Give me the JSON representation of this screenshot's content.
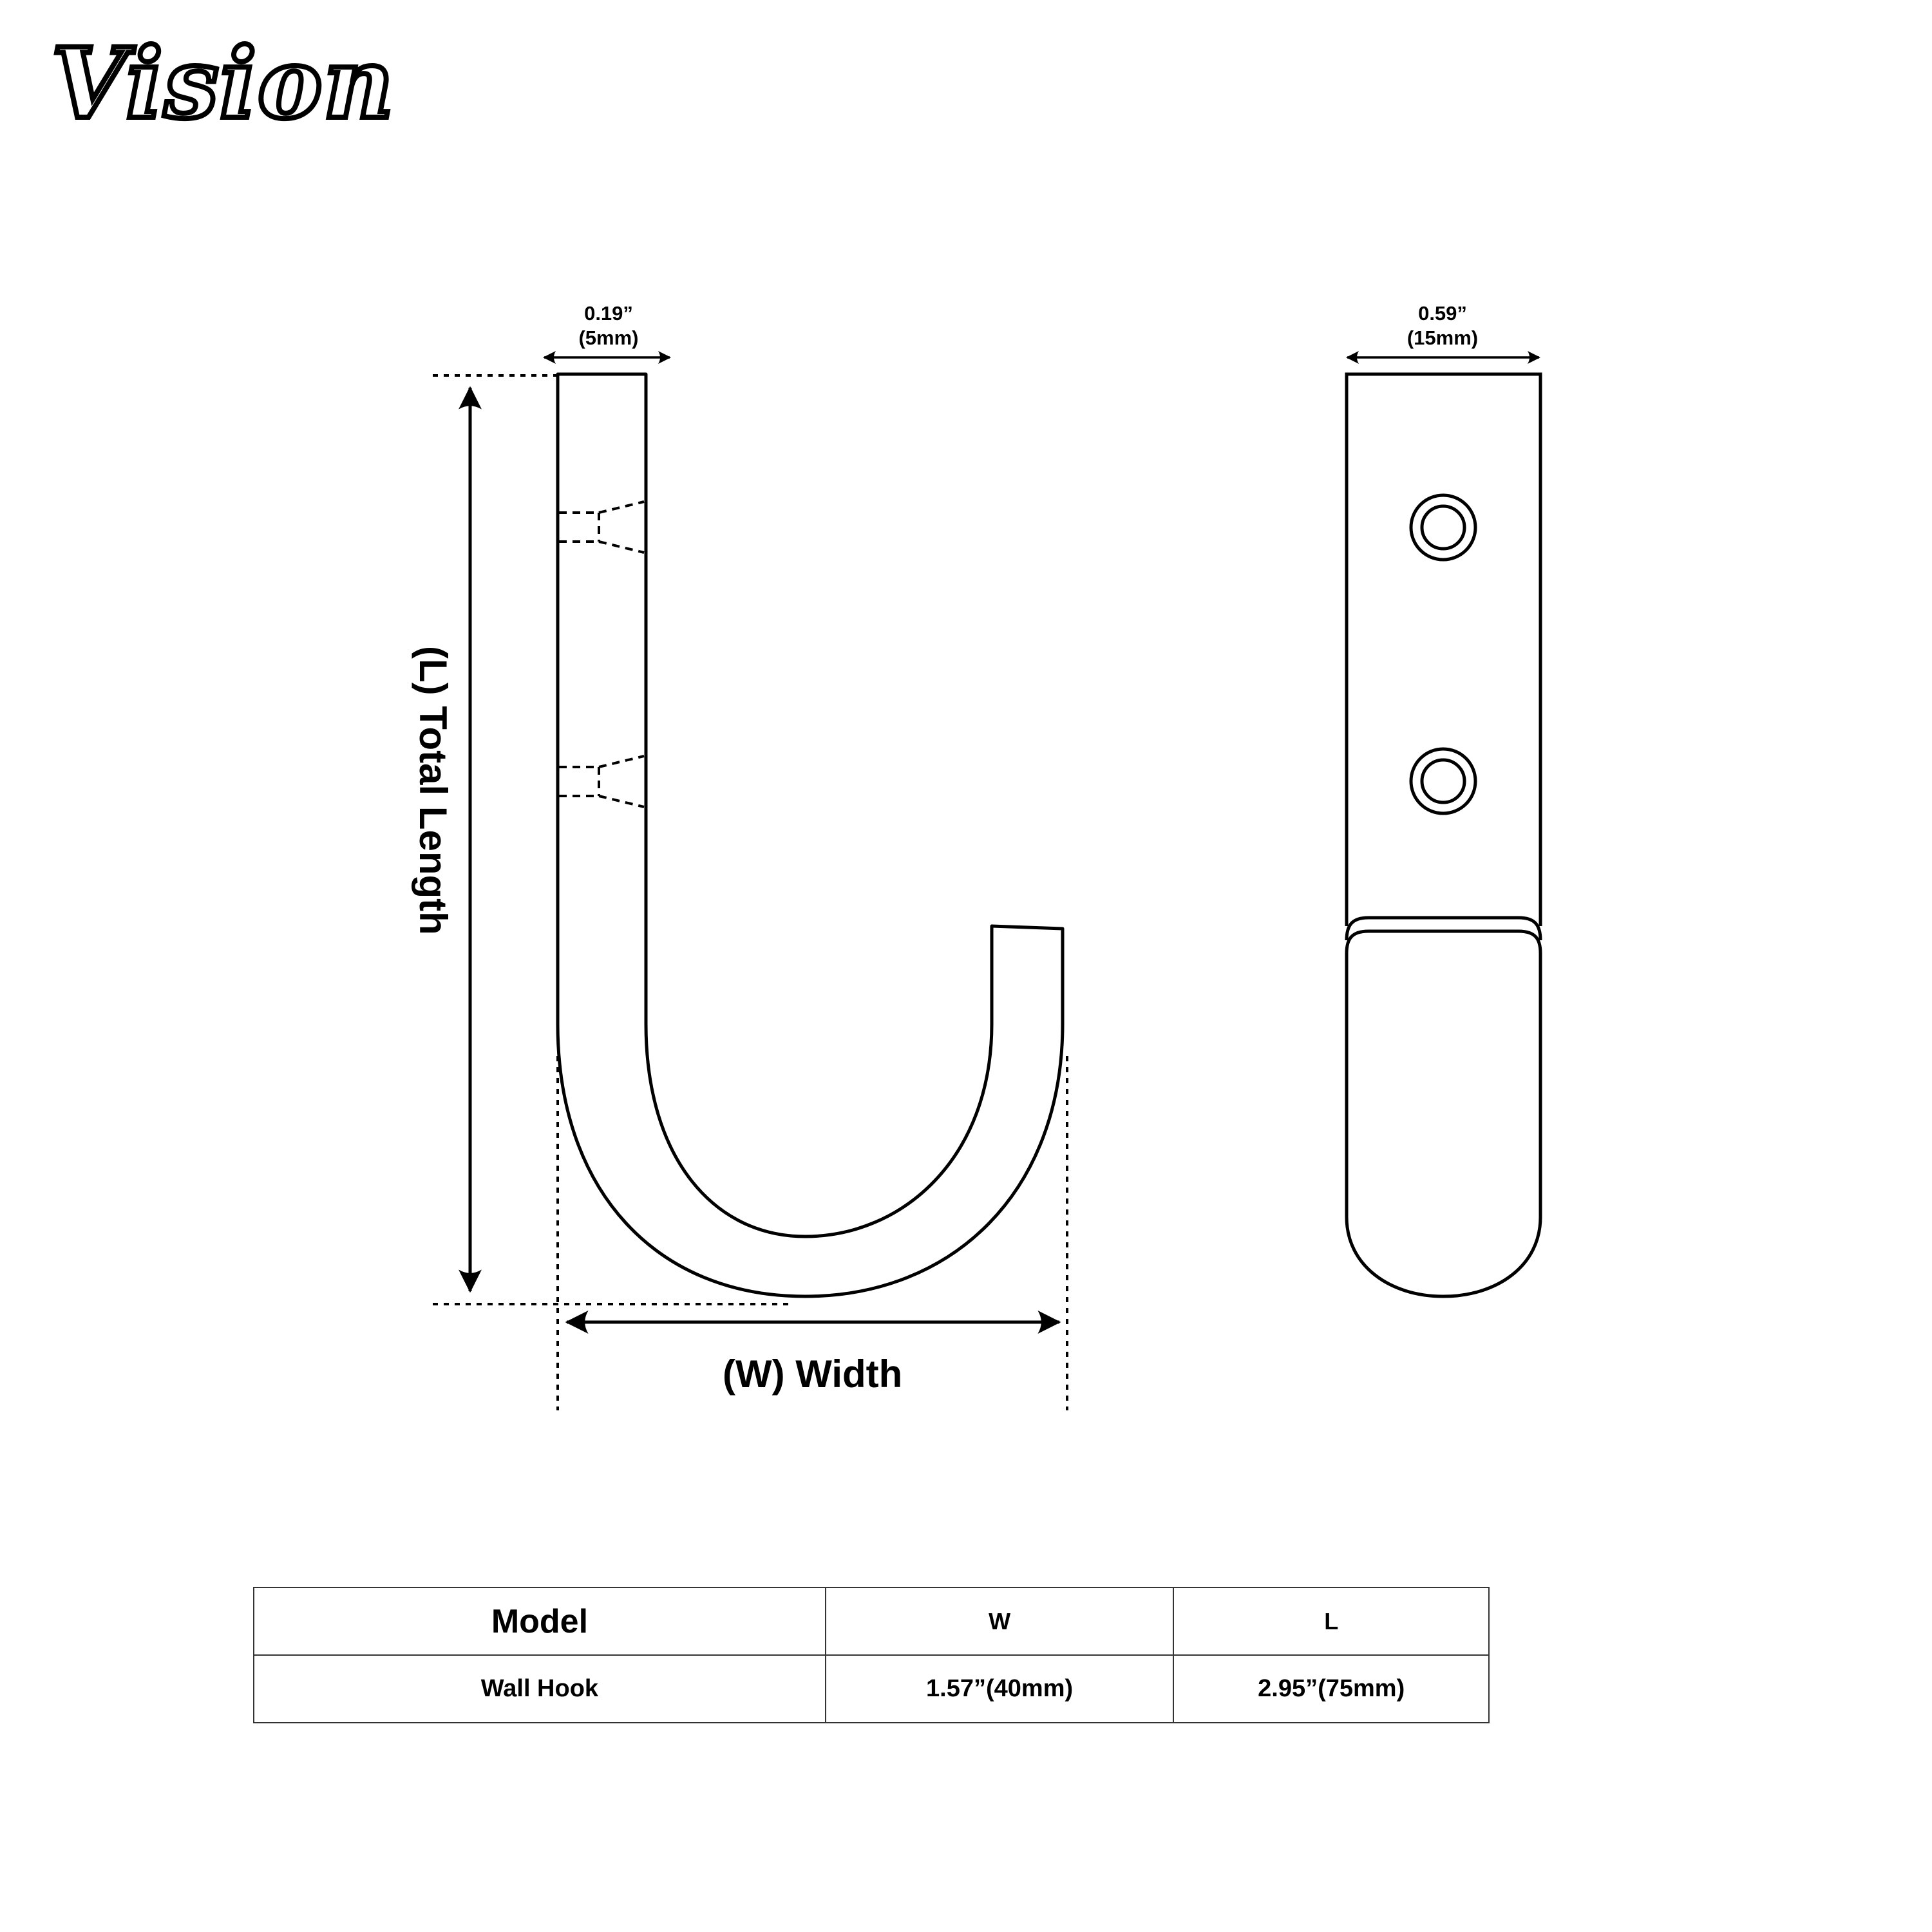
{
  "brand": {
    "logo_text": "Vision"
  },
  "side_view": {
    "thickness_label_in": "0.19”",
    "thickness_label_mm": "(5mm)",
    "length_label": "(L) Total Length",
    "width_label": "(W) Width"
  },
  "front_view": {
    "width_label_in": "0.59”",
    "width_label_mm": "(15mm)",
    "mounting_holes": 2
  },
  "spec_table": {
    "headers": [
      "Model",
      "W",
      "L"
    ],
    "rows": [
      {
        "model": "Wall Hook",
        "w": "1.57”(40mm)",
        "l": "2.95”(75mm)"
      }
    ]
  },
  "colors": {
    "line": "#000000",
    "background": "#ffffff",
    "table_border": "#333333"
  }
}
